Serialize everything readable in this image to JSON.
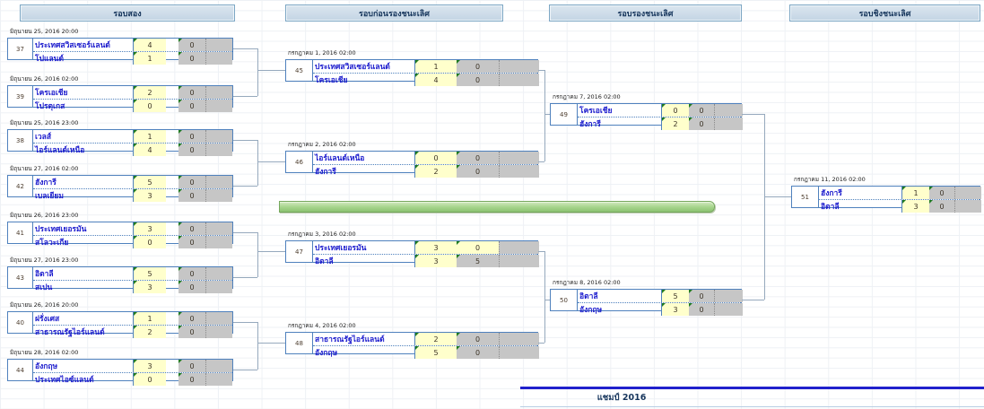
{
  "headers": [
    {
      "label": "รอบสอง"
    },
    {
      "label": "รอบก่อนรองชนะเลิศ"
    },
    {
      "label": "รอบรองชนะเลิศ"
    },
    {
      "label": "รอบชิงชนะเลิศ"
    }
  ],
  "rounds": [
    {
      "name": "รอบสอง",
      "matches": [
        {
          "num": "37",
          "date": "มิถุนายน 25, 2016  20:00",
          "teams": [
            {
              "name": "ประเทศสวิสเซอร์แลนด์",
              "score1": "4",
              "score2": "0"
            },
            {
              "name": "โปแลนด์",
              "score1": "1",
              "score2": "0"
            }
          ]
        },
        {
          "num": "39",
          "date": "มิถุนายน 26, 2016  02:00",
          "teams": [
            {
              "name": "โครเอเชีย",
              "score1": "2",
              "score2": "0"
            },
            {
              "name": "โปรตุเกส",
              "score1": "0",
              "score2": "0"
            }
          ]
        },
        {
          "num": "38",
          "date": "มิถุนายน 25, 2016  23:00",
          "teams": [
            {
              "name": "เวลส์",
              "score1": "1",
              "score2": "0"
            },
            {
              "name": "ไอร์แลนด์เหนือ",
              "score1": "4",
              "score2": "0"
            }
          ]
        },
        {
          "num": "42",
          "date": "มิถุนายน 27, 2016  02:00",
          "teams": [
            {
              "name": "ฮังการี",
              "score1": "5",
              "score2": "0"
            },
            {
              "name": "เบลเยียม",
              "score1": "3",
              "score2": "0"
            }
          ]
        },
        {
          "num": "41",
          "date": "มิถุนายน 26, 2016  23:00",
          "teams": [
            {
              "name": "ประเทศเยอรมัน",
              "score1": "3",
              "score2": "0"
            },
            {
              "name": "สโลวะเกีย",
              "score1": "0",
              "score2": "0"
            }
          ]
        },
        {
          "num": "43",
          "date": "มิถุนายน 27, 2016  23:00",
          "teams": [
            {
              "name": "อิตาลี",
              "score1": "5",
              "score2": "0"
            },
            {
              "name": "สเปน",
              "score1": "3",
              "score2": "0"
            }
          ]
        },
        {
          "num": "40",
          "date": "มิถุนายน 26, 2016  20:00",
          "teams": [
            {
              "name": "ฝรั่งเศส",
              "score1": "1",
              "score2": "0"
            },
            {
              "name": "สาธารณรัฐไอร์แลนด์",
              "score1": "2",
              "score2": "0"
            }
          ]
        },
        {
          "num": "44",
          "date": "มิถุนายน 28, 2016  02:00",
          "teams": [
            {
              "name": "อังกฤษ",
              "score1": "3",
              "score2": "0"
            },
            {
              "name": "ประเทศไอซ์แลนด์",
              "score1": "0",
              "score2": "0"
            }
          ]
        }
      ]
    },
    {
      "name": "รอบก่อนรองชนะเลิศ",
      "matches": [
        {
          "num": "45",
          "date": "กรกฎาคม 1, 2016  02:00",
          "teams": [
            {
              "name": "ประเทศสวิสเซอร์แลนด์",
              "score1": "1",
              "score2": "0"
            },
            {
              "name": "โครเอเชีย",
              "score1": "4",
              "score2": "0"
            }
          ]
        },
        {
          "num": "46",
          "date": "กรกฎาคม 2, 2016  02:00",
          "teams": [
            {
              "name": "ไอร์แลนด์เหนือ",
              "score1": "0",
              "score2": "0"
            },
            {
              "name": "ฮังการี",
              "score1": "2",
              "score2": "0"
            }
          ]
        },
        {
          "num": "47",
          "date": "กรกฎาคม 3, 2016  02:00",
          "teams": [
            {
              "name": "ประเทศเยอรมัน",
              "score1": "3",
              "score2": "0",
              "score2_bg": "#ffffcc"
            },
            {
              "name": "อิตาลี",
              "score1": "3",
              "score2": "5"
            }
          ]
        },
        {
          "num": "48",
          "date": "กรกฎาคม 4, 2016  02:00",
          "teams": [
            {
              "name": "สาธารณรัฐไอร์แลนด์",
              "score1": "2",
              "score2": "0"
            },
            {
              "name": "อังกฤษ",
              "score1": "5",
              "score2": "0"
            }
          ]
        }
      ]
    },
    {
      "name": "รอบรองชนะเลิศ",
      "matches": [
        {
          "num": "49",
          "date": "กรกฎาคม 7, 2016  02:00",
          "teams": [
            {
              "name": "โครเอเชีย",
              "score1": "0",
              "score2": "0"
            },
            {
              "name": "ฮังการี",
              "score1": "2",
              "score2": "0"
            }
          ]
        },
        {
          "num": "50",
          "date": "กรกฎาคม 8, 2016  02:00",
          "teams": [
            {
              "name": "อิตาลี",
              "score1": "5",
              "score2": "0"
            },
            {
              "name": "อังกฤษ",
              "score1": "3",
              "score2": "0"
            }
          ]
        }
      ]
    },
    {
      "name": "รอบชิงชนะเลิศ",
      "matches": [
        {
          "num": "51",
          "date": "กรกฎาคม 11, 2016  02:00",
          "teams": [
            {
              "name": "ฮังการี",
              "score1": "1",
              "score2": "0"
            },
            {
              "name": "อิตาลี",
              "score1": "3",
              "score2": "0"
            }
          ]
        }
      ]
    }
  ],
  "champion": {
    "label": "แชมป์ 2016"
  },
  "colors": {
    "box_border": "#4f81bd",
    "team_text": "#1a1acd",
    "score_cell_bg": "#ffffcc",
    "penalty_cell_bg": "#c6c6c6",
    "corner_marker": "#1f7a1f",
    "header_bg": "#c3d5e4",
    "header_border": "#7da7c4",
    "connector": "#96a9bd",
    "divider_bar_fill": "#a5d48b",
    "divider_bar_border": "#76a85e",
    "champion_line": "#2121cc"
  }
}
